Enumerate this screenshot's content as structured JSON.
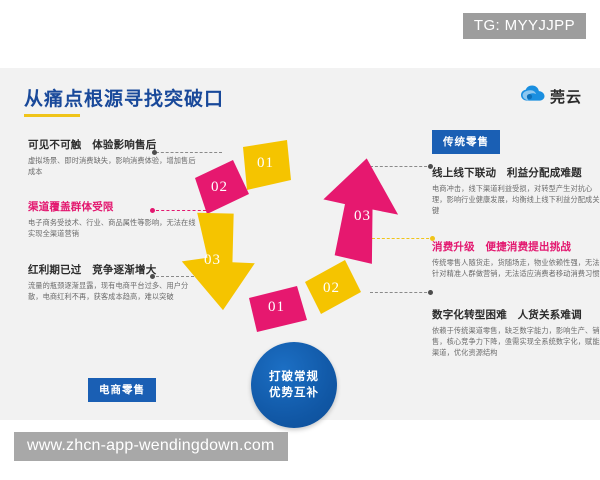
{
  "watermarks": {
    "top_right": "TG: MYYJJPP",
    "bottom_url": "www.zhcn-app-wendingdown.com"
  },
  "header": {
    "title": "从痛点根源寻找突破口",
    "brand_name": "莞云",
    "brand_icon": "cloud-icon"
  },
  "colors": {
    "title_blue": "#19499a",
    "badge_blue": "#1a5fb4",
    "circle_blue": "#1158a6",
    "accent_yellow": "#f0c419",
    "accent_pink": "#e3176f",
    "slide_bg": "#f2f2f2"
  },
  "center": {
    "line1": "打破常规",
    "line2": "优势互补"
  },
  "badges": {
    "traditional": "传统零售",
    "ecommerce": "电商零售"
  },
  "shapes": {
    "left": [
      {
        "num": "01",
        "color": "#f0c419",
        "kind": "tile"
      },
      {
        "num": "02",
        "color": "#e3176f",
        "kind": "tile"
      },
      {
        "num": "03",
        "color": "#f0c419",
        "kind": "arrow-down"
      }
    ],
    "right": [
      {
        "num": "03",
        "color": "#e3176f",
        "kind": "arrow-up"
      },
      {
        "num": "02",
        "color": "#f0c419",
        "kind": "tile"
      },
      {
        "num": "01",
        "color": "#e3176f",
        "kind": "tile"
      }
    ]
  },
  "left_column": [
    {
      "heading": "可见不可触　体验影响售后",
      "heading_color": "dark",
      "body": "虚拟场景、即时消费缺失，影响消费体验，增加售后成本"
    },
    {
      "heading": "渠道覆盖群体受限",
      "heading_color": "pink",
      "body": "电子商务受技术、行业、商品属性等影响，无法在线实现全渠道营销"
    },
    {
      "heading": "红利期已过　竞争逐渐增大",
      "heading_color": "dark",
      "body": "流量的瓶颈逐渐显露，现有电商平台过多、用户分散，电商红利不再，获客成本趋高，难以突破"
    }
  ],
  "right_column": [
    {
      "heading": "线上线下联动　利益分配成难题",
      "heading_color": "dark",
      "body": "电商冲击，线下渠道利益受损，对转型产生对抗心理，影响行业健康发展，均衡线上线下利益分配成关键"
    },
    {
      "heading": "消费升级　便捷消费提出挑战",
      "heading_color": "pink",
      "body": "传统零售人随货走，货随场走，物业依赖性强，无法针对精准人群做营销，无法适应消费者移动消费习惯"
    },
    {
      "heading": "数字化转型困难　人货关系难调",
      "heading_color": "dark",
      "body": "依赖于传统渠道零售，缺乏数字能力，影响生产、销售，核心竞争力下降，亟需实现全系统数字化，赋能渠道，优化资源结构"
    }
  ]
}
